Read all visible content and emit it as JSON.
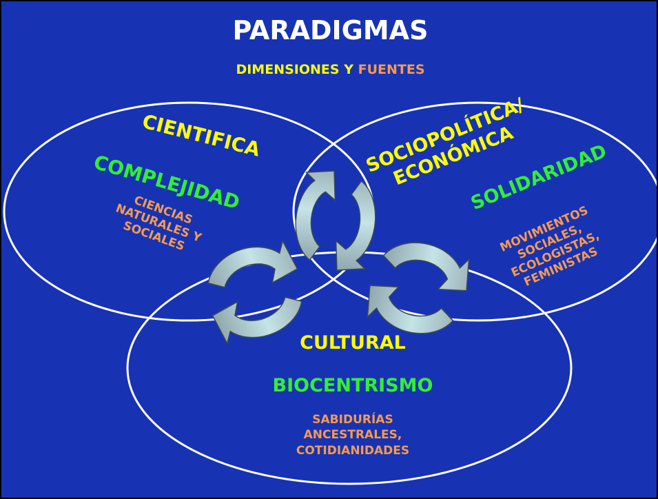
{
  "title": "PARADIGMAS",
  "subtitle": {
    "dimensiones": "DIMENSIONES",
    "y": "Y",
    "fuentes": "FUENTES"
  },
  "colors": {
    "background": "#1733b3",
    "dimension": "#ffff00",
    "paradigm": "#33ee33",
    "source": "#f79a4e",
    "outline": "#ffffff",
    "arrow": "#c4e4e6"
  },
  "dimensions": {
    "cientifica": {
      "name": "CIENTIFICA",
      "paradigm": "COMPLEJIDAD",
      "sources": [
        "CIENCIAS",
        "NATURALES Y",
        "SOCIALES"
      ]
    },
    "sociopolitica": {
      "name_lines": [
        "SOCIOPOLÍTICA/",
        "ECONÓMICA"
      ],
      "paradigm": "SOLIDARIDAD",
      "sources": [
        "MOVIMIENTOS",
        "SOCIALES,",
        "ECOLOGISTAS,",
        "FEMINISTAS"
      ]
    },
    "cultural": {
      "name": "CULTURAL",
      "paradigm": "BIOCENTRISMO",
      "sources": [
        "SABIDURÍAS",
        "ANCESTRALES,",
        "COTIDIANIDADES"
      ]
    }
  },
  "connectors": [
    "cycle-arrows-top",
    "cycle-arrows-left",
    "cycle-arrows-right"
  ]
}
